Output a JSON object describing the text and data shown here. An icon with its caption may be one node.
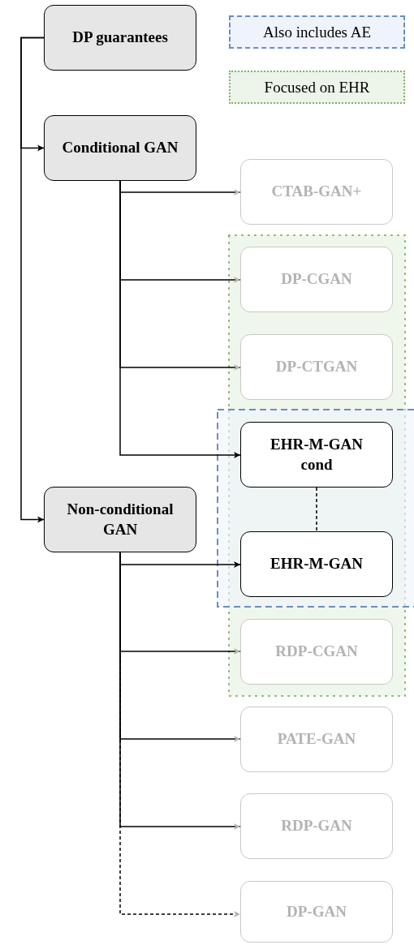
{
  "diagram": {
    "nodes": [
      {
        "text": [
          "DP guarantees"
        ]
      },
      {
        "text": [
          "Conditional GAN"
        ]
      },
      {
        "text": [
          "Non-conditional GAN"
        ]
      },
      {
        "text": [
          "CTAB-GAN+"
        ]
      },
      {
        "text": [
          "DP-CGAN"
        ]
      },
      {
        "text": [
          "DP-CTGAN"
        ]
      },
      {
        "text": [
          "EHR-M-GAN cond"
        ]
      },
      {
        "text": [
          "EHR-M-GAN"
        ]
      },
      {
        "text": [
          "RDP-CGAN"
        ]
      },
      {
        "text": [
          "PATE-GAN"
        ]
      },
      {
        "text": [
          "RDP-GAN"
        ]
      },
      {
        "text": [
          "DP-GAN"
        ]
      }
    ],
    "edges": [
      {
        "from": 0,
        "to": 1,
        "arrow": "to"
      },
      {
        "from": 0,
        "to": 2,
        "arrow": "to"
      },
      {
        "from": 1,
        "to": 3,
        "arrow": "to"
      },
      {
        "from": 1,
        "to": 4,
        "arrow": "to"
      },
      {
        "from": 1,
        "to": 5,
        "arrow": "to"
      },
      {
        "from": 1,
        "to": 6,
        "arrow": "to"
      },
      {
        "from": 2,
        "to": 7,
        "arrow": "to"
      },
      {
        "from": 2,
        "to": 8,
        "arrow": "to"
      },
      {
        "from": 2,
        "to": 9,
        "arrow": "to"
      },
      {
        "from": 2,
        "to": 10,
        "arrow": "to"
      },
      {
        "from": 2,
        "to": 11,
        "arrow": "to",
        "style": "dashed"
      },
      {
        "from": 6,
        "to": 7,
        "arrow": "none",
        "style": "dashed"
      }
    ],
    "legend": [
      {
        "text": "Also includes AE",
        "color": "#eef3fc"
      },
      {
        "text": "Focused on EHR",
        "color": "#edf5ea"
      }
    ]
  }
}
